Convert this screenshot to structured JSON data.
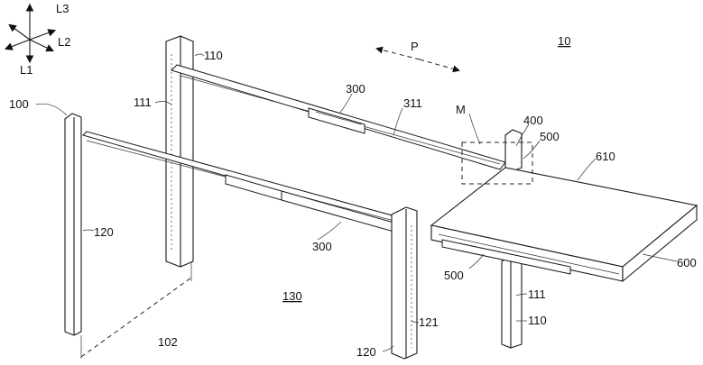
{
  "figure": {
    "axes": [
      "L3",
      "L2",
      "L1"
    ],
    "direction": "P",
    "figure_ref": "10",
    "space_label": "130",
    "width_label": "102",
    "detail_label": "M",
    "labels": {
      "rack": "100",
      "rear_post_top": "110",
      "rear_post_bottom": "110",
      "holes_top": "111",
      "holes_bottom": "111",
      "front_post_left": "120",
      "front_post_right": "120",
      "holes_front": "121",
      "rail_top": "300",
      "rail_bottom": "300",
      "rail_section": "311",
      "bracket": "400",
      "slide_top": "500",
      "slide_bottom": "500",
      "device_top": "610",
      "device": "600"
    }
  }
}
